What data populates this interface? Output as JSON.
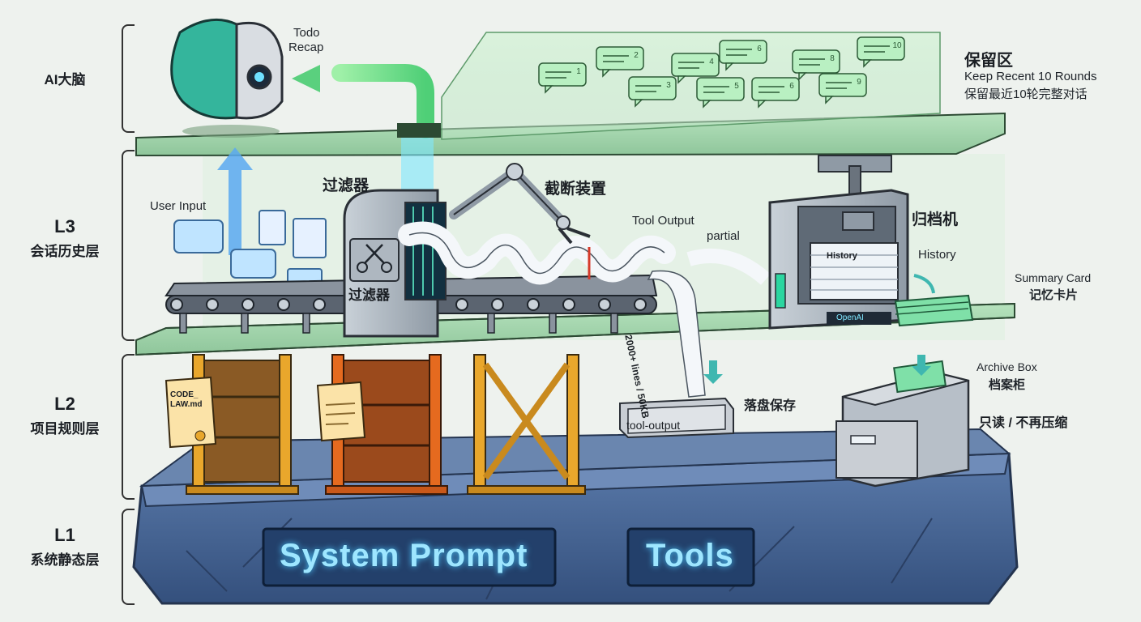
{
  "layers": {
    "ai": {
      "name": "AI大脑"
    },
    "l3": {
      "name": "L3",
      "sub": "会话历史层"
    },
    "l2": {
      "name": "L2",
      "sub": "项目规则层"
    },
    "l1": {
      "name": "L1",
      "sub": "系统静态层"
    }
  },
  "brain": {
    "todo": "Todo",
    "recap": "Recap"
  },
  "retention": {
    "title": "保留区",
    "en": "Keep Recent 10 Rounds",
    "zh": "保留最近10轮完整对话",
    "bubbles": [
      "1",
      "2",
      "3",
      "4",
      "5",
      "6",
      "6",
      "8",
      "9",
      "10"
    ]
  },
  "conveyor": {
    "user_input": "User Input",
    "filter_title": "过滤器",
    "filter_label": "过滤器",
    "truncator": "截断装置",
    "tool_output": "Tool Output",
    "partial": "partial",
    "stream_text": "2000+ lines / 50KB"
  },
  "archiver": {
    "title": "归档机",
    "history_label": "History",
    "history_stack": "History",
    "brand": "OpenAI",
    "summary_en": "Summary Card",
    "summary_zh": "记忆卡片"
  },
  "disk": {
    "drawer": "tool-output",
    "label": "落盘保存"
  },
  "archive_box": {
    "en": "Archive Box",
    "zh": "档案柜",
    "note": "只读 / 不再压缩"
  },
  "rules": {
    "doc": "CODE_ LAW.md"
  },
  "foundation": {
    "system_prompt": "System Prompt",
    "tools": "Tools"
  },
  "colors": {
    "platform": "#9fd4ab",
    "rock": "#4a6a9a",
    "shelf_yellow": "#e9a72c",
    "shelf_orange": "#e56a1f",
    "glow": "#7fe7ff"
  }
}
